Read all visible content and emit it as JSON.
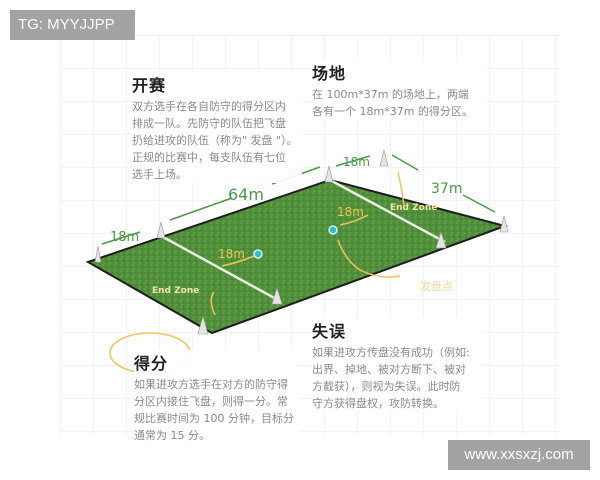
{
  "watermarks": {
    "top_left": "TG: MYYJJPP",
    "bottom_right": "www.xxsxzj.com"
  },
  "sections": {
    "start": {
      "title": "开赛",
      "lines": [
        "双方选手在各自防守的得分区内",
        "排成一队。先防守的队伍把飞盘",
        "扔给进攻的队伍（称为\" 发盘 \"）。",
        "正规的比赛中，每支队伍有七位",
        "选手上场。"
      ]
    },
    "field": {
      "title": "场地",
      "lines": [
        "在 100m*37m 的场地上，两端",
        "各有一个 18m*37m 的得分区。"
      ]
    },
    "score": {
      "title": "得分",
      "lines": [
        "如果进攻方选手在对方的防守得",
        "分区内接住飞盘，则得一分。常",
        "规比赛时间为 100 分钟，目标分",
        "通常为 15 分。"
      ]
    },
    "turnover": {
      "title": "失误",
      "lines": [
        "如果进攻方传盘没有成功（例如:",
        "出界、掉地、被对方断下、被对",
        "方截获），则视为失误。此时防",
        "守方获得盘权，攻防转换。"
      ]
    }
  },
  "diagram": {
    "dimension_labels": {
      "endzone_length_left": "18m",
      "central_length": "64m",
      "endzone_length_right": "18m",
      "width": "37m",
      "brick_left": "18m",
      "brick_right": "18m"
    },
    "zone_labels": {
      "left": "End Zone",
      "right": "End Zone"
    },
    "brick_point_label": "发盘点",
    "colors": {
      "grass": "#4f8f3a",
      "grass_light": "#6aa654",
      "dimension_green": "#4a9a45",
      "annotation_yellow": "#f3c25a",
      "brick_mark": "#3fb8c9"
    }
  }
}
